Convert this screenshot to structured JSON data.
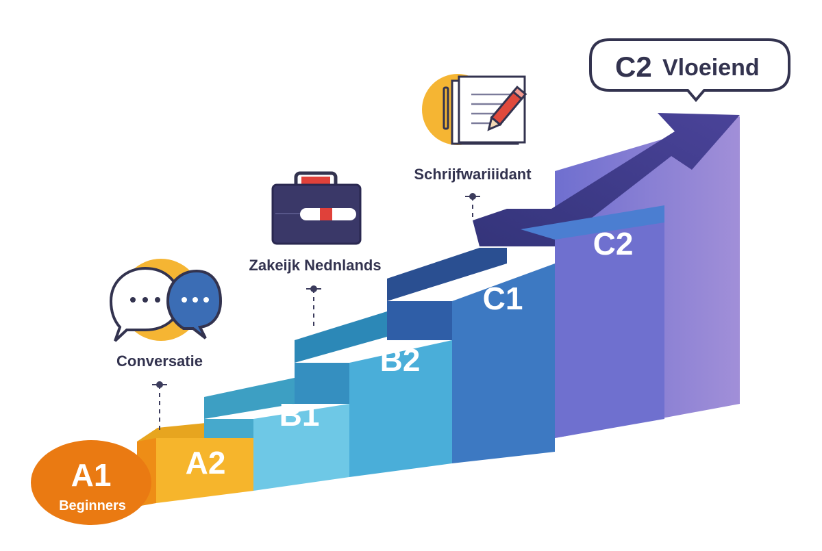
{
  "steps": [
    {
      "label": "A1",
      "sub": "Beginners"
    },
    {
      "label": "A2"
    },
    {
      "label": "B1"
    },
    {
      "label": "B2"
    },
    {
      "label": "C1"
    },
    {
      "label": "C2"
    }
  ],
  "captions": {
    "conversation": "Conversatie",
    "business": "Zakeijk Nednlands",
    "writing": "Schrijfwariiidant"
  },
  "callout": {
    "level": "C2",
    "text": "Vloeiend"
  },
  "icons": {
    "conversation": "speech-bubbles-icon",
    "business": "briefcase-icon",
    "writing": "document-pencil-icon"
  },
  "colors": {
    "a1": "#ea7a12",
    "a2": "#f6b52c",
    "b1": "#6ec8e6",
    "b2": "#4aaed9",
    "c1": "#3d79c2",
    "c2": "#7b74d0",
    "arrow": "#39397f",
    "accent_yellow": "#f5b533",
    "text_dark": "#33334f"
  }
}
